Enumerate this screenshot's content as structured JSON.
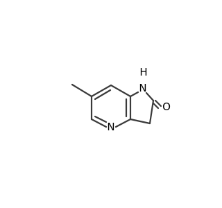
{
  "molecule": {
    "atoms": {
      "nh": "H",
      "n_amide": "N",
      "o": "O",
      "n_pyridine": "N"
    }
  },
  "colors": {
    "bond": "#3a3a3a",
    "label": "#000000",
    "background": "#ffffff"
  }
}
